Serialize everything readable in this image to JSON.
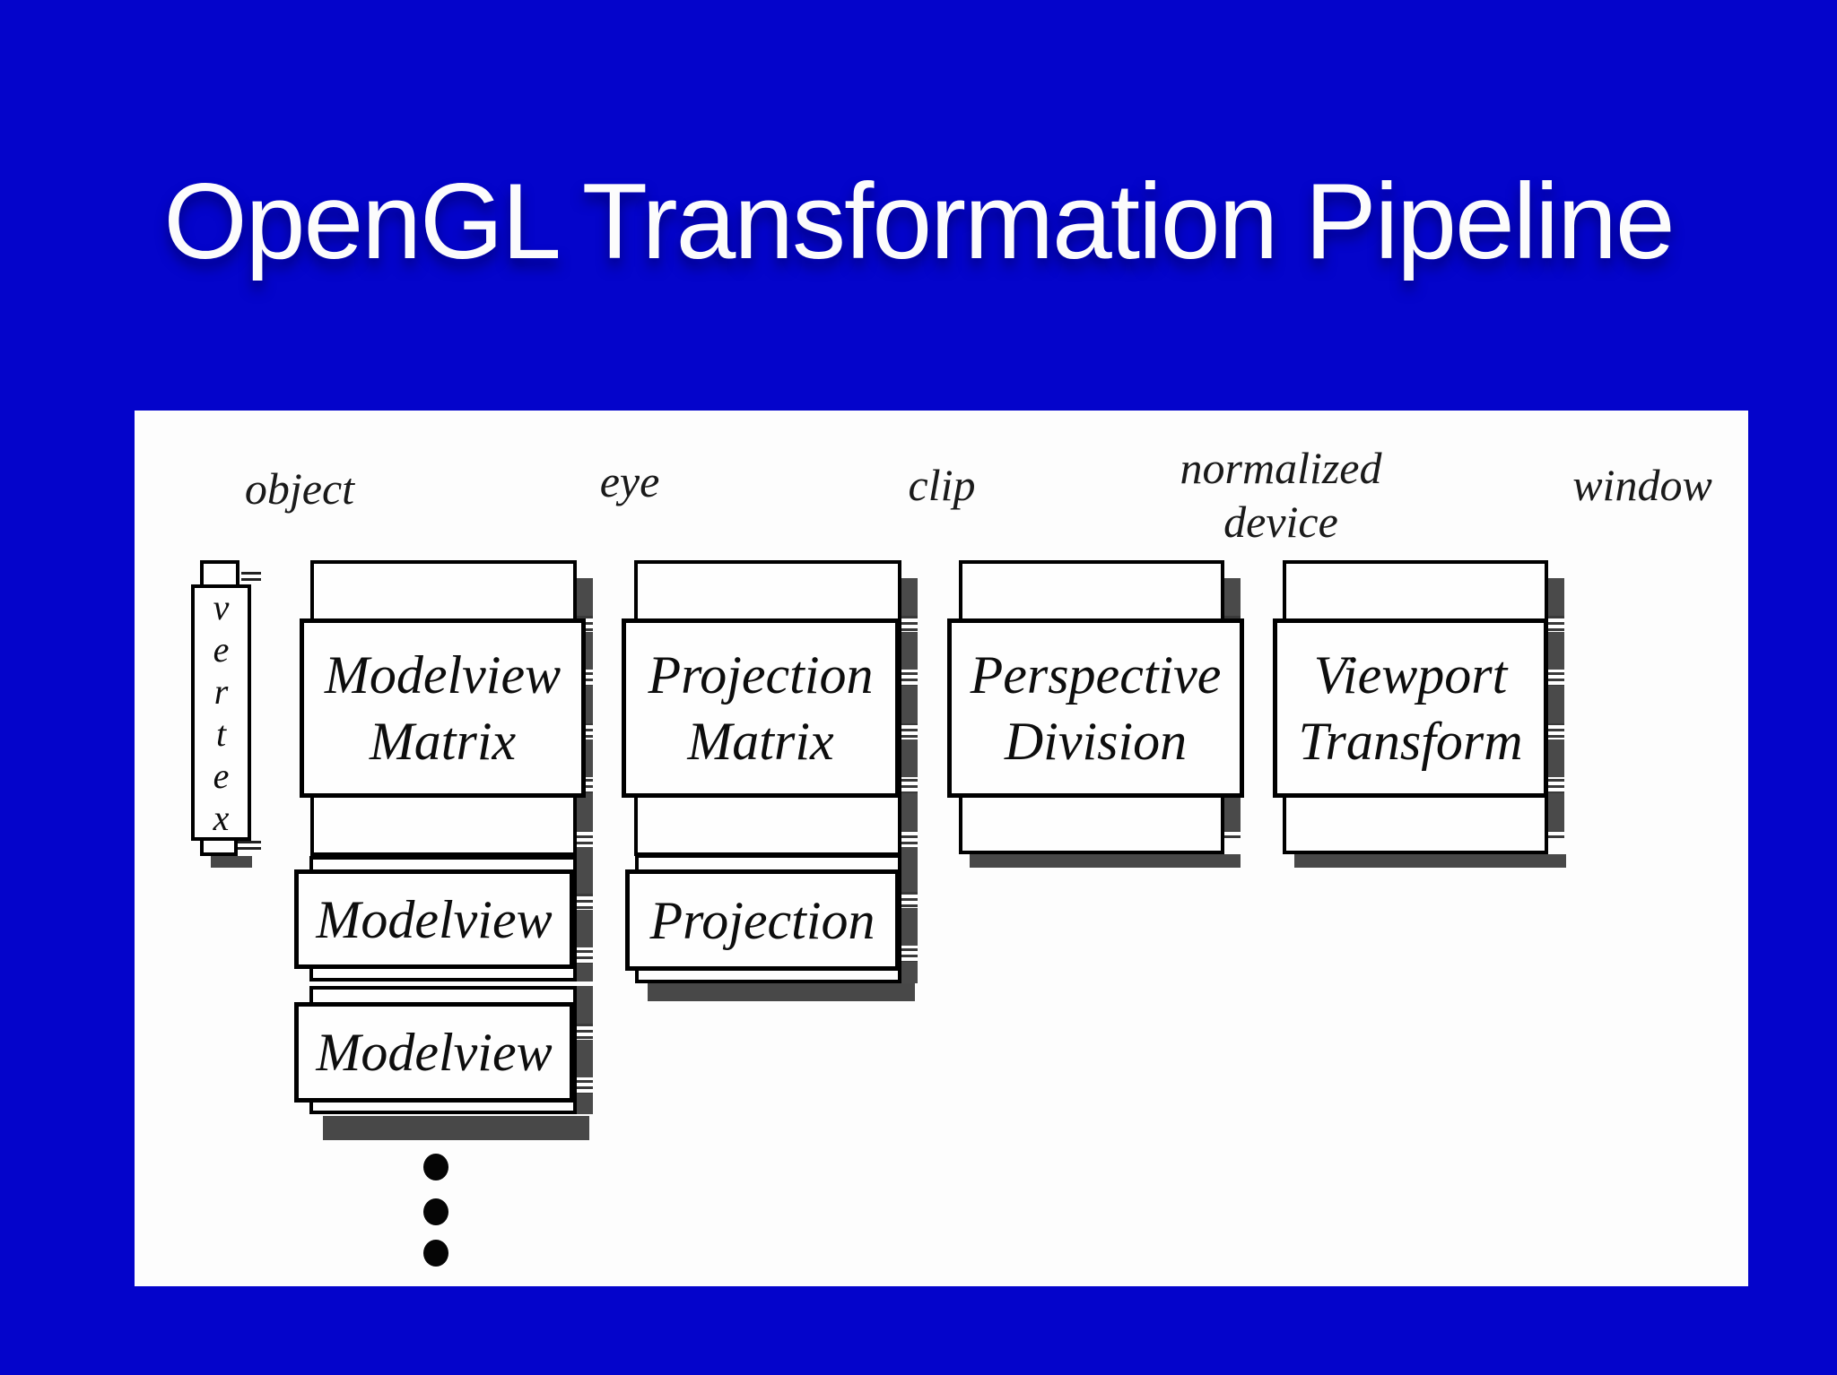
{
  "slide": {
    "title": "OpenGL Transformation Pipeline"
  },
  "diagram": {
    "space_labels": [
      {
        "name": "object",
        "text": "object"
      },
      {
        "name": "eye",
        "text": "eye"
      },
      {
        "name": "clip",
        "text": "clip"
      },
      {
        "name": "normalized-device",
        "text": "normalized\ndevice"
      },
      {
        "name": "window",
        "text": "window"
      }
    ],
    "vertex": {
      "word": "vertex",
      "letters": [
        "v",
        "e",
        "r",
        "t",
        "e",
        "x"
      ]
    },
    "stages": [
      {
        "name": "modelview-matrix",
        "label": "Modelview\nMatrix"
      },
      {
        "name": "projection-matrix",
        "label": "Projection\nMatrix"
      },
      {
        "name": "perspective-division",
        "label": "Perspective\nDivision"
      },
      {
        "name": "viewport-transform",
        "label": "Viewport\nTransform"
      }
    ],
    "stack_boxes": [
      {
        "name": "modelview-stack-top",
        "label": "Modelview"
      },
      {
        "name": "projection-stack-top",
        "label": "Projection"
      },
      {
        "name": "modelview-stack-bottom",
        "label": "Modelview"
      }
    ],
    "colors": {
      "background": "#0404cb",
      "panel": "#fdfdfd",
      "ink": "#000000",
      "shadow_gray": "#484848",
      "title_text": "#fcfcfc"
    }
  }
}
